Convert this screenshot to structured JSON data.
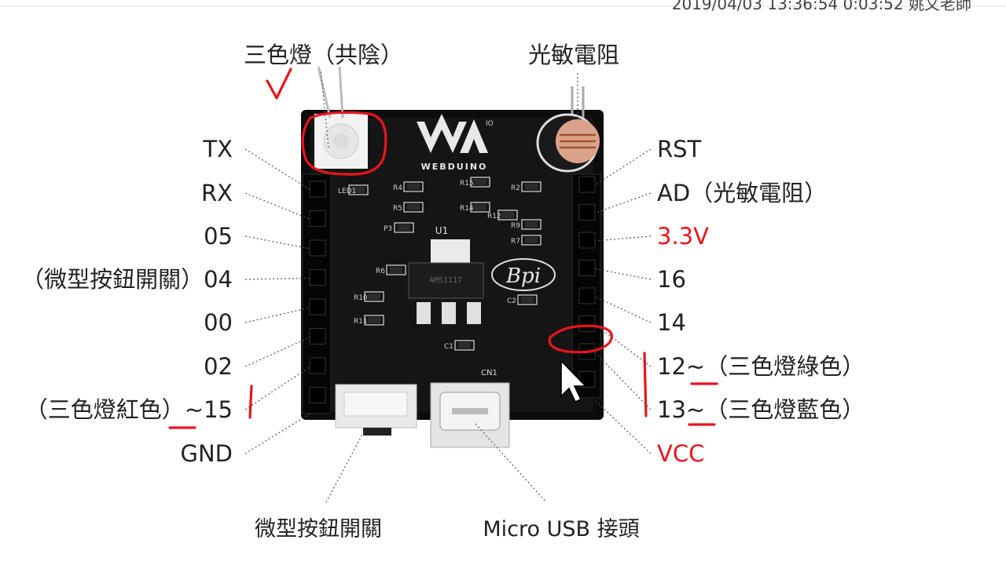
{
  "timestamp": "2019/04/03 13:36:54 0:03:52 姚文老師",
  "top_labels": {
    "rgb_led": "三色燈（共陰）",
    "photoresistor": "光敏電阻"
  },
  "left_pins": [
    {
      "label": "TX"
    },
    {
      "label": "RX"
    },
    {
      "label": "05"
    },
    {
      "label": "（微型按鈕開關）04"
    },
    {
      "label": "00"
    },
    {
      "label": "02"
    },
    {
      "label": "（三色燈紅色）~15"
    },
    {
      "label": "GND"
    }
  ],
  "right_pins": [
    {
      "label": "RST",
      "color": "#222222"
    },
    {
      "label": "AD（光敏電阻）",
      "color": "#222222"
    },
    {
      "label": "3.3V",
      "color": "#e8141d"
    },
    {
      "label": "16",
      "color": "#222222"
    },
    {
      "label": "14",
      "color": "#222222"
    },
    {
      "label": "12~（三色燈綠色）",
      "color": "#222222"
    },
    {
      "label": "13~（三色燈藍色）",
      "color": "#222222"
    },
    {
      "label": "VCC",
      "color": "#e8141d"
    }
  ],
  "bottom_labels": {
    "micro_switch": "微型按鈕開關",
    "micro_usb": "Micro USB 接頭"
  },
  "board": {
    "brand": "WEBDUINO",
    "logo_superscript": "IO",
    "chip_label": "U1",
    "chip_marking": "AMS1117",
    "connector_label": "CN1",
    "badge": "Bpi",
    "silkscreen": [
      "LED1",
      "R4",
      "R15",
      "R5",
      "R14",
      "R2",
      "R12",
      "R9",
      "R7",
      "P3",
      "R6",
      "R10",
      "R11",
      "C1",
      "C2"
    ]
  },
  "colors": {
    "annotation": "#e8141d",
    "board": "#111111",
    "text": "#222222"
  }
}
